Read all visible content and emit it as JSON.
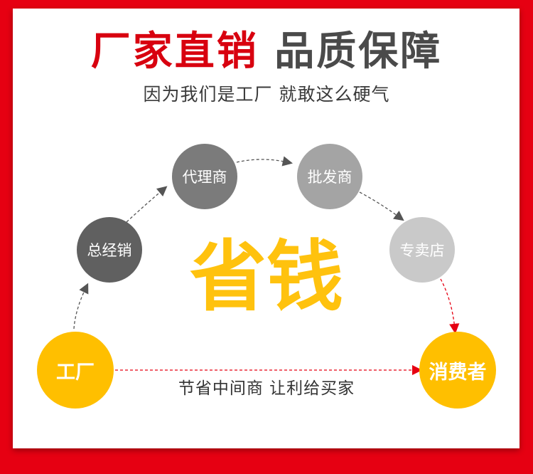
{
  "headline": {
    "red_part": "厂家直销",
    "gray_part": "品质保障"
  },
  "subheadline": "因为我们是工厂 就敢这么硬气",
  "center_text": "省钱",
  "caption": "节省中间商 让利给买家",
  "nodes": {
    "factory": {
      "label": "工厂",
      "color": "#ffbf00"
    },
    "distributor": {
      "label": "总经销",
      "color": "#606060"
    },
    "agent": {
      "label": "代理商",
      "color": "#7b7b7b"
    },
    "wholesaler": {
      "label": "批发商",
      "color": "#a4a4a4"
    },
    "store": {
      "label": "专卖店",
      "color": "#c9c9c9"
    },
    "consumer": {
      "label": "消费者",
      "color": "#ffbf00"
    }
  },
  "colors": {
    "frame": "#e60012",
    "headline_red": "#d8000f",
    "headline_gray": "#4a4a4a",
    "center_text": "#ffc20e",
    "arrow_gray": "#555555",
    "arrow_red": "#e60012"
  }
}
